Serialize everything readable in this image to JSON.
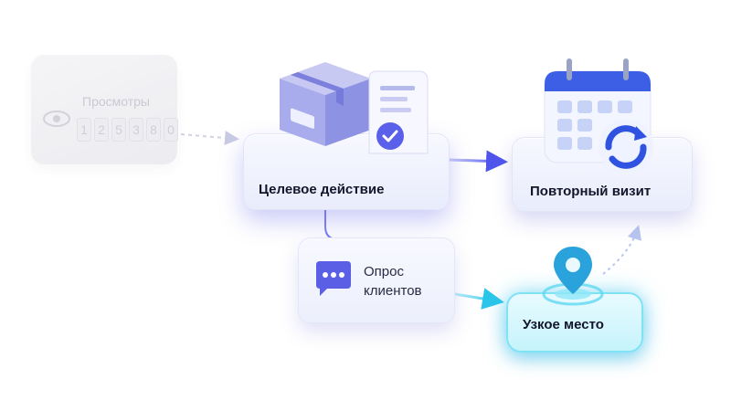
{
  "nodes": {
    "views": {
      "title": "Просмотры",
      "digits": [
        "1",
        "2",
        "5",
        "3",
        "8",
        "0"
      ]
    },
    "target_action": {
      "label": "Целевое действие"
    },
    "repeat_visit": {
      "label": "Повторный визит"
    },
    "survey": {
      "line1": "Опрос",
      "line2": "клиентов"
    },
    "bottleneck": {
      "label": "Узкое место"
    }
  },
  "colors": {
    "accent_blue": "#5a5ef0",
    "accent_cyan": "#29c9ea",
    "faded_gray": "#cfcfd8"
  },
  "icons": [
    "eye-icon",
    "box-icon",
    "receipt-icon",
    "check-icon",
    "calendar-icon",
    "refresh-icon",
    "chat-icon",
    "location-pin-icon"
  ]
}
